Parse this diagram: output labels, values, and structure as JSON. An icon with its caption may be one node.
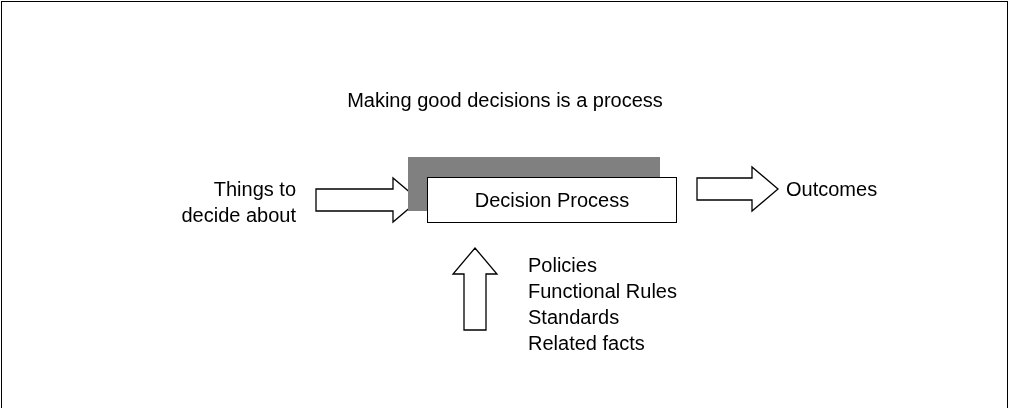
{
  "diagram": {
    "title": "Making good decisions is a process",
    "nodes": [
      {
        "text": [
          "Things to decide about"
        ]
      },
      {
        "text": [
          "Decision Process"
        ]
      },
      {
        "text": [
          "Outcomes"
        ]
      },
      {
        "text": [
          "Policies",
          "Functional Rules",
          "Standards",
          "Related facts"
        ]
      }
    ],
    "edges": [
      {
        "from": 0,
        "to": 1,
        "arrow": "to"
      },
      {
        "from": 1,
        "to": 2,
        "arrow": "to"
      },
      {
        "from": 3,
        "to": 1,
        "arrow": "to"
      }
    ]
  }
}
